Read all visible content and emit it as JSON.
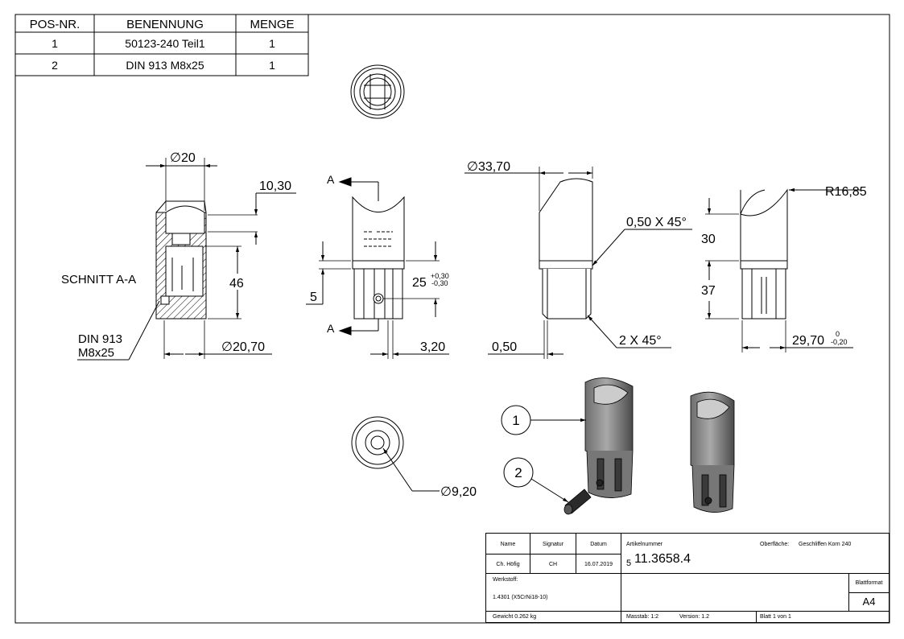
{
  "bom": {
    "headers": [
      "POS-NR.",
      "BENENNUNG",
      "MENGE"
    ],
    "rows": [
      {
        "pos": "1",
        "name": "50123-240 Teil1",
        "qty": "1"
      },
      {
        "pos": "2",
        "name": "DIN 913 M8x25",
        "qty": "1"
      }
    ]
  },
  "views": {
    "section_label": "SCHNITT A-A",
    "section_marker": "A",
    "screw_note_line1": "DIN 913",
    "screw_note_line2": "M8x25"
  },
  "dimensions": {
    "d20": "20",
    "d10_30": "10,30",
    "d46": "46",
    "d20_70": "20,70",
    "d5": "5",
    "d25": "25",
    "d25_upper_tol": "+0,30",
    "d25_lower_tol": "-0,30",
    "d3_20": "3,20",
    "d33_70": "33,70",
    "chamfer1": "0,50 X 45°",
    "d0_50": "0,50",
    "chamfer2": "2 X 45°",
    "r16_85": "R16,85",
    "d30": "30",
    "d37": "37",
    "d29_70": "29,70",
    "d29_70_upper_tol": "0",
    "d29_70_lower_tol": "-0,20",
    "d9_20": "9,20"
  },
  "balloons": [
    "1",
    "2"
  ],
  "title_block": {
    "name_label": "Name",
    "signature_label": "Signatur",
    "date_label": "Datum",
    "name_value": "Ch. Höfig",
    "signature_value": "CH",
    "date_value": "16.07.2019",
    "article_label": "Artikelnummer",
    "article_prefix": "5",
    "article_number": "11.3658.4",
    "surface_label": "Oberfläche:",
    "surface_value": "Geschliffen Korn 240",
    "material_label": "Werkstoff:",
    "material_value": "1.4301 (X5CrNi18-10)",
    "format_label": "Blattformat",
    "format_value": "A4",
    "weight": "Gewicht 0.262 kg",
    "scale": "Masstab: 1:2",
    "version": "Version: 1.2",
    "sheet": "Blatt 1 von 1"
  }
}
